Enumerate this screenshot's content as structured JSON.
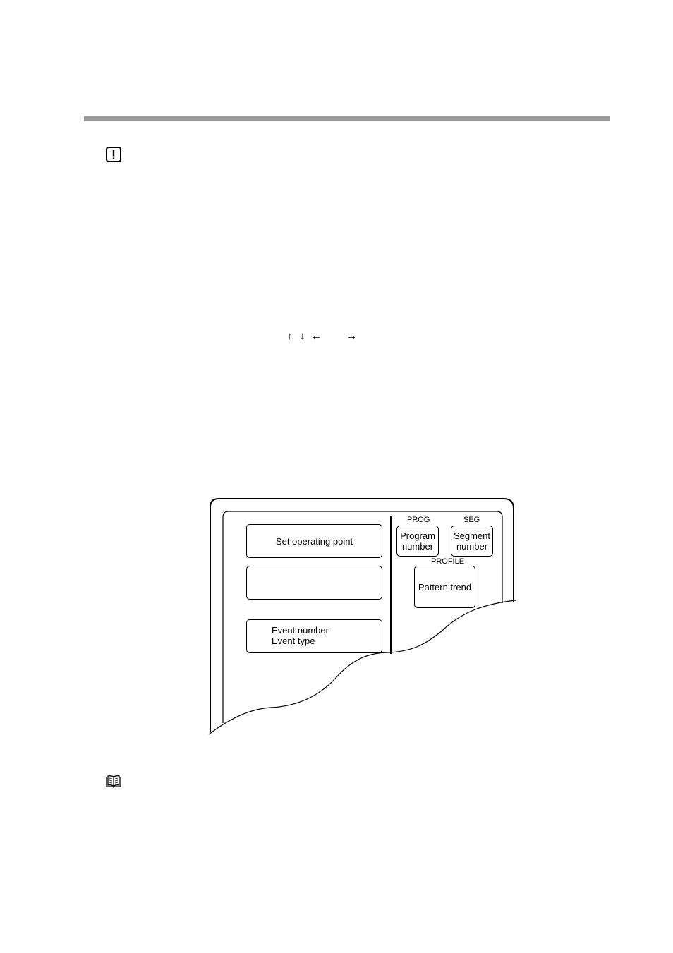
{
  "page": {
    "arrow_keys": {
      "up": "↑",
      "down": "↓",
      "left": "←",
      "right": "→"
    },
    "icons": {
      "caution": "caution-icon",
      "reference": "open-book-icon"
    },
    "colors": {
      "header_rule": "#9a9a9a"
    }
  },
  "panel": {
    "set_operating_point": "Set operating point",
    "blank_display": "",
    "event_number": "Event number",
    "event_type": "Event type",
    "prog_label": "PROG",
    "seg_label": "SEG",
    "program_number_line1": "Program",
    "program_number_line2": "number",
    "segment_number_line1": "Segment",
    "segment_number_line2": "number",
    "profile_label": "PROFILE",
    "pattern_trend": "Pattern trend"
  }
}
